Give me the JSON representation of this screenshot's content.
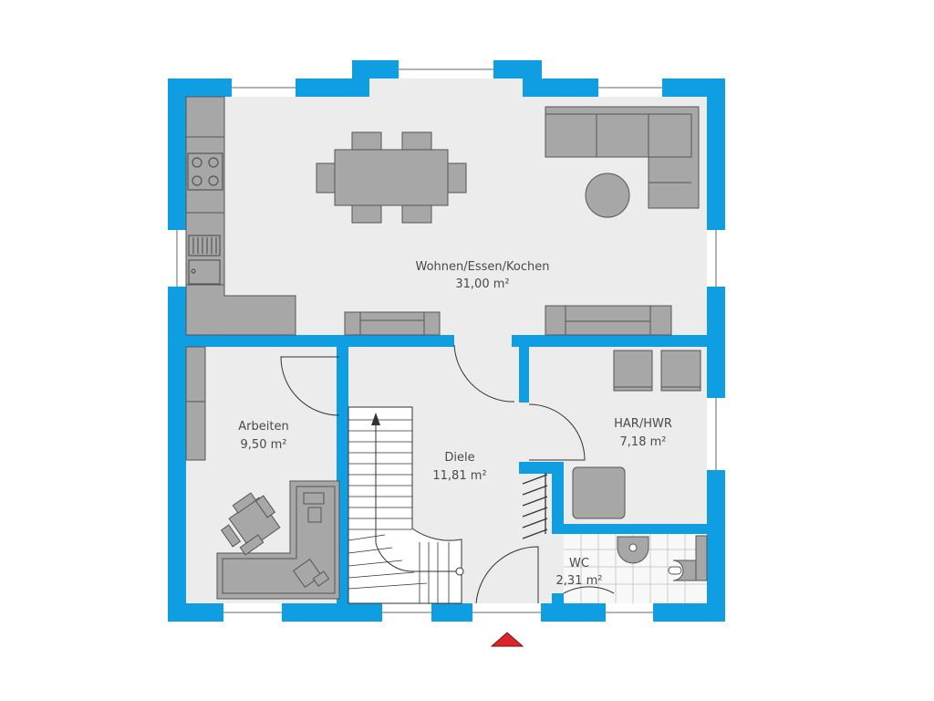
{
  "colors": {
    "wall": "#109ee3",
    "floor": "#ececec",
    "furniture": "#a7a7a7",
    "outline": "#555555",
    "window": "#ffffff",
    "tile": "#f8f8f8",
    "entrance_marker": "#d9262a"
  },
  "rooms": {
    "wohnen": {
      "name": "Wohnen/Essen/Kochen",
      "area": "31,00 m²"
    },
    "arbeiten": {
      "name": "Arbeiten",
      "area": "9,50 m²"
    },
    "diele": {
      "name": "Diele",
      "area": "11,81 m²"
    },
    "har": {
      "name": "HAR/HWR",
      "area": "7,18 m²"
    },
    "wc": {
      "name": "WC",
      "area": "2,31 m²"
    }
  }
}
